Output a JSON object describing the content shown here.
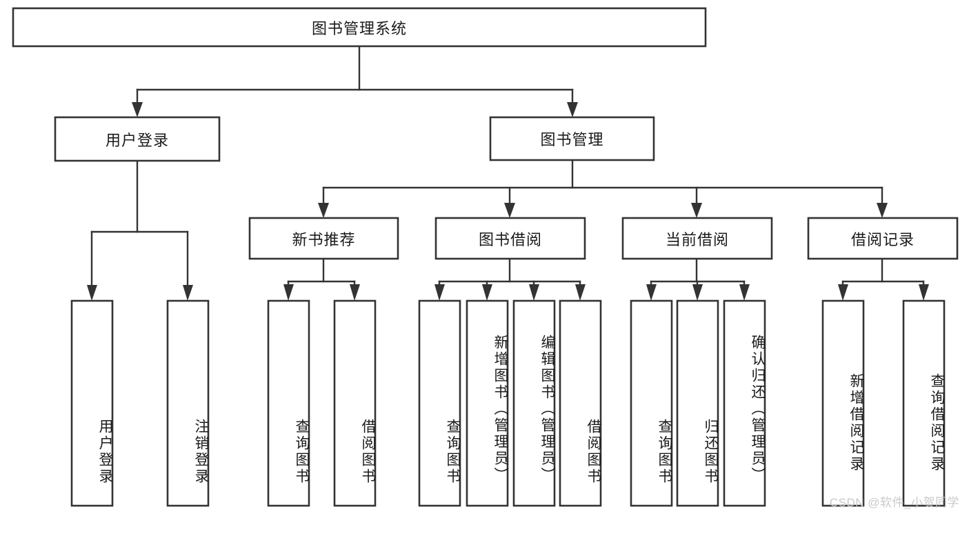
{
  "diagram": {
    "type": "tree",
    "title": "图书管理系统",
    "watermark": "CSDN @软件_小贺同学",
    "root": {
      "id": "root",
      "label": "图书管理系统",
      "orientation": "horizontal"
    },
    "level2": [
      {
        "id": "user-login",
        "label": "用户登录",
        "orientation": "horizontal"
      },
      {
        "id": "book-manage",
        "label": "图书管理",
        "orientation": "horizontal"
      }
    ],
    "level3": [
      {
        "id": "new-book-recommend",
        "label": "新书推荐",
        "orientation": "horizontal",
        "parent": "book-manage"
      },
      {
        "id": "book-borrow",
        "label": "图书借阅",
        "orientation": "horizontal",
        "parent": "book-manage"
      },
      {
        "id": "current-borrow",
        "label": "当前借阅",
        "orientation": "horizontal",
        "parent": "book-manage"
      },
      {
        "id": "borrow-record",
        "label": "借阅记录",
        "orientation": "horizontal",
        "parent": "book-manage"
      }
    ],
    "leaves": [
      {
        "id": "leaf-user-login",
        "label": "用户登录",
        "orientation": "vertical",
        "parent": "user-login"
      },
      {
        "id": "leaf-logout-login",
        "label": "注销登录",
        "orientation": "vertical",
        "parent": "user-login"
      },
      {
        "id": "leaf-query-book-1",
        "label": "查询图书",
        "orientation": "vertical",
        "parent": "new-book-recommend"
      },
      {
        "id": "leaf-borrow-book-1",
        "label": "借阅图书",
        "orientation": "vertical",
        "parent": "new-book-recommend"
      },
      {
        "id": "leaf-query-book-2",
        "label": "查询图书",
        "orientation": "vertical",
        "parent": "book-borrow"
      },
      {
        "id": "leaf-add-book",
        "label": "新增图书（管理员）",
        "orientation": "vertical",
        "parent": "book-borrow"
      },
      {
        "id": "leaf-edit-book",
        "label": "编辑图书（管理员）",
        "orientation": "vertical",
        "parent": "book-borrow"
      },
      {
        "id": "leaf-borrow-book-2",
        "label": "借阅图书",
        "orientation": "vertical",
        "parent": "book-borrow"
      },
      {
        "id": "leaf-query-book-3",
        "label": "查询图书",
        "orientation": "vertical",
        "parent": "current-borrow"
      },
      {
        "id": "leaf-return-book",
        "label": "归还图书",
        "orientation": "vertical",
        "parent": "current-borrow"
      },
      {
        "id": "leaf-confirm-return",
        "label": "确认归还（管理员）",
        "orientation": "vertical",
        "parent": "current-borrow"
      },
      {
        "id": "leaf-add-record",
        "label": "新增借阅记录",
        "orientation": "vertical",
        "parent": "borrow-record"
      },
      {
        "id": "leaf-query-record",
        "label": "查询借阅记录",
        "orientation": "vertical",
        "parent": "borrow-record"
      }
    ],
    "colors": {
      "stroke": "#333333",
      "fill": "#ffffff",
      "text": "#1a1a1a",
      "watermark": "#c9c9c9"
    }
  }
}
